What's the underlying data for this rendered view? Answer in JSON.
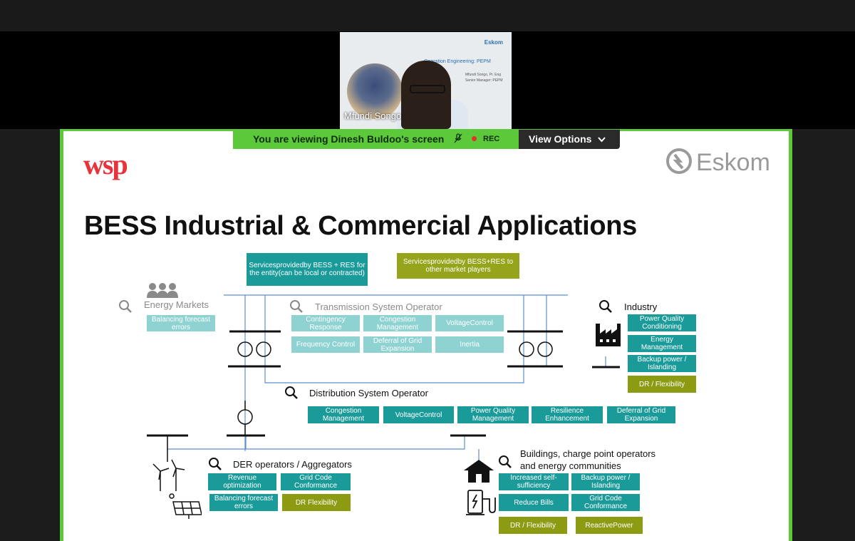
{
  "participant": {
    "name": "Mfundi Songo",
    "slide_brand": "Eskom",
    "slide_title": "Operation Engineering: PEPM",
    "slide_meta": [
      "Mfundi Songo, Pr. Eng",
      "Senior Manager: PEPM"
    ]
  },
  "share_banner": {
    "viewing_text": "You are viewing  Dinesh Buldoo's screen",
    "rec_label": "REC",
    "view_options_label": "View Options",
    "accent": "#5cc93a"
  },
  "slide": {
    "wsp_logo": "wsp",
    "eskom_logo": "Eskom",
    "title": "BESS Industrial & Commercial Applications",
    "legend": {
      "entity": "Servicesprovidedby BESS + RES for the entity(can be local or contracted)",
      "market": "Servicesprovidedby BESS+RES to other market players"
    },
    "energy_markets": {
      "label": "Energy Markets",
      "items": [
        "Balancing forecast errors"
      ]
    },
    "tso": {
      "label": "Transmission System Operator",
      "items": [
        "Contingency Response",
        "Congestion Management",
        "VoltageControl",
        "Frequency Control",
        "Deferral of Grid Expansion",
        "Inertia"
      ]
    },
    "industry": {
      "label": "Industry",
      "items": [
        "Power Quality Conditioning",
        "Energy Management",
        "Backup power / Islanding",
        "DR / Flexibility"
      ]
    },
    "dso": {
      "label": "Distribution System Operator",
      "items": [
        "Congestion Management",
        "VoltageControl",
        "Power Quality Management",
        "Resilience Enhancement",
        "Deferral of Grid Expansion"
      ]
    },
    "der": {
      "label": "DER operators / Aggregators",
      "items": [
        "Revenue optimization",
        "Grid Code Conformance",
        "Balancing forecast errors",
        "DR Flexibility"
      ]
    },
    "buildings": {
      "label_line1": "Buildings, charge point operators",
      "label_line2": "and energy communities",
      "items": [
        "Increased self-sufficiency",
        "Backup power / Islanding",
        "Reduce Bills",
        "Grid Code Conformance",
        "DR / Flexibility",
        "ReactivePower"
      ]
    },
    "colors": {
      "teal": "#1a9b9a",
      "light_teal": "#8fd2d2",
      "olive": "#95a41a",
      "wsp_red": "#e8333a"
    }
  }
}
